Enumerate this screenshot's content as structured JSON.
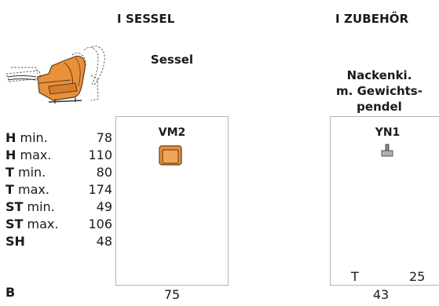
{
  "sections": {
    "sessel_heading": "I SESSEL",
    "zubehoer_heading": "I ZUBEHÖR"
  },
  "products": {
    "sessel": {
      "label": "Sessel",
      "code": "VM2",
      "width": "75",
      "color": "#e8913a"
    },
    "nackenkissen": {
      "label_line1": "Nackenki.",
      "label_line2": "m. Gewichts-",
      "label_line3": "pendel",
      "code": "YN1",
      "depth_label": "T",
      "depth_value": "25",
      "width": "43"
    }
  },
  "specs": [
    {
      "bold": "H",
      "text": " min.",
      "value": "78"
    },
    {
      "bold": "H",
      "text": " max.",
      "value": "110"
    },
    {
      "bold": "T",
      "text": " min.",
      "value": "80"
    },
    {
      "bold": "T",
      "text": " max.",
      "value": "174"
    },
    {
      "bold": "ST",
      "text": " min.",
      "value": "49"
    },
    {
      "bold": "ST",
      "text": " max.",
      "value": "106"
    },
    {
      "bold": "SH",
      "text": "",
      "value": "48"
    }
  ],
  "width_label": "B"
}
